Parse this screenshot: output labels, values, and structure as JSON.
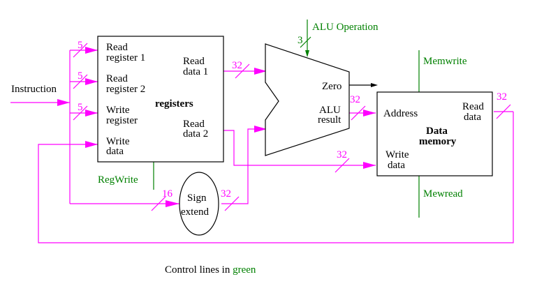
{
  "colors": {
    "data_bus": "#ff00ff",
    "control": "#008000",
    "outline": "#000000",
    "background": "#ffffff"
  },
  "inputs": {
    "instruction": "Instruction"
  },
  "registers": {
    "title": "registers",
    "read_register_1": [
      "Read",
      "register 1"
    ],
    "read_register_2": [
      "Read",
      "register 2"
    ],
    "write_register": [
      "Write",
      "register"
    ],
    "write_data": [
      "Write",
      "data"
    ],
    "read_data_1": [
      "Read",
      "data 1"
    ],
    "read_data_2": [
      "Read",
      "data 2"
    ]
  },
  "alu": {
    "zero": "Zero",
    "result": [
      "ALU",
      "result"
    ]
  },
  "data_memory": {
    "title": [
      "Data",
      "memory"
    ],
    "address": "Address",
    "write_data": [
      "Write",
      "data"
    ],
    "read_data": [
      "Read",
      "data"
    ]
  },
  "sign_extend": {
    "label": [
      "Sign",
      "extend"
    ]
  },
  "control_lines": {
    "alu_operation": "ALU Operation",
    "reg_write": "RegWrite",
    "mem_write": "Memwrite",
    "mem_read": "Mewread"
  },
  "bus_widths": {
    "read_register_1": "5",
    "read_register_2": "5",
    "write_register": "5",
    "read_data_1": "32",
    "alu_operation": "3",
    "alu_result": "32",
    "read_data_2_to_memory": "32",
    "memory_read_data": "32",
    "sign_extend_in": "16",
    "sign_extend_out": "32"
  },
  "legend": {
    "prefix": "Control lines in ",
    "highlight": "green"
  }
}
